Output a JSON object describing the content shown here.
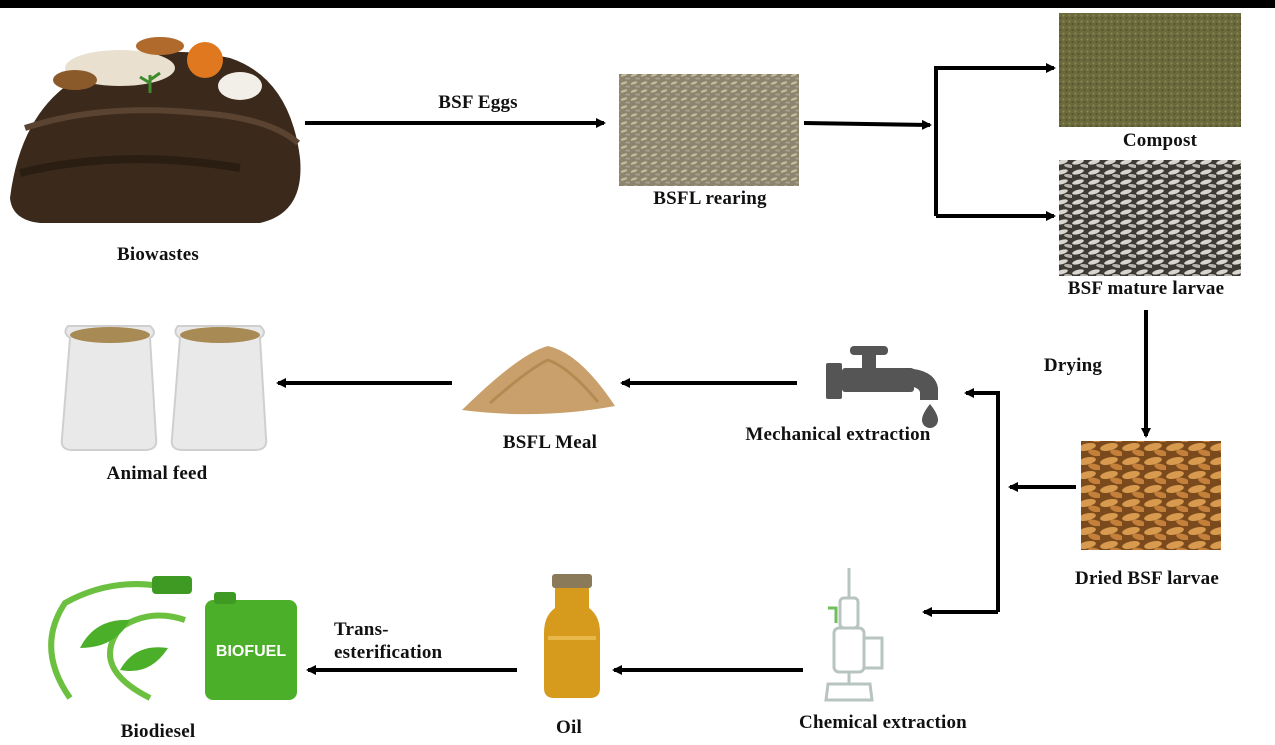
{
  "labels": {
    "biowastes": "Biowastes",
    "bsf_eggs": "BSF Eggs",
    "bsfl_rearing": "BSFL rearing",
    "compost": "Compost",
    "bsf_mature_larvae": "BSF mature larvae",
    "drying": "Drying",
    "dried_bsf_larvae": "Dried BSF larvae",
    "mechanical_extraction": "Mechanical extraction",
    "bsfl_meal": "BSFL Meal",
    "animal_feed": "Animal feed",
    "chemical_extraction": "Chemical extraction",
    "oil": "Oil",
    "transesterification_1": "Trans-",
    "transesterification_2": "esterification",
    "biodiesel": "Biodiesel",
    "biofuel_can": "BIOFUEL"
  },
  "colors": {
    "arrow": "#000000",
    "soil": "#3b2a1c",
    "compost": "#6d6a3a",
    "larvae": "#c98a3c",
    "meal": "#c9a06b",
    "oil": "#d69a1c",
    "biofuel_green": "#4caf2a"
  },
  "icons": {
    "biowastes": "biowaste-pile-icon",
    "rearing": "larvae-tray-icon",
    "compost": "compost-texture-icon",
    "mature_larvae": "white-larvae-icon",
    "dried_larvae": "dried-larvae-icon",
    "tap": "water-tap-icon",
    "meal": "meal-pile-icon",
    "feed_sacks": "feed-sack-icon",
    "soxhlet": "soxhlet-extractor-icon",
    "oil_bottle": "oil-bottle-icon",
    "biofuel": "biofuel-jerrycan-icon"
  }
}
